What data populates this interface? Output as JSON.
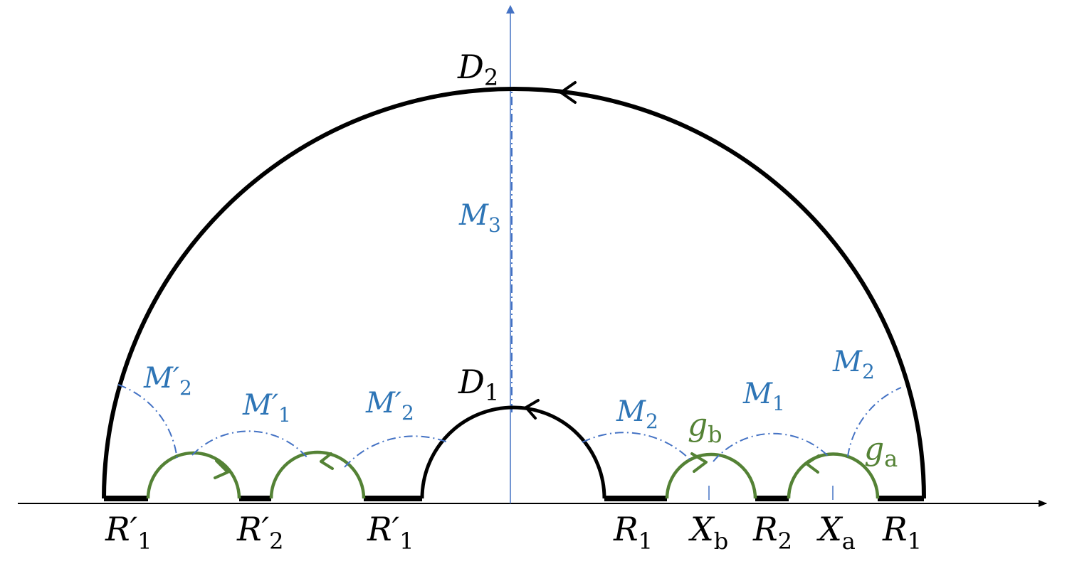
{
  "colors": {
    "boundary": "#000000",
    "axis": "#000000",
    "vertical_axis": "#4472C4",
    "mirror_lines": "#4472C4",
    "geodesic": "#548235",
    "label_blue": "#2E75B6",
    "label_green": "#548235"
  },
  "labels": {
    "D2": {
      "main": "D",
      "sub": "2"
    },
    "D1": {
      "main": "D",
      "sub": "1"
    },
    "M3": {
      "main": "M",
      "sub": "3"
    },
    "M2_right_outer": {
      "main": "M",
      "sub": "2"
    },
    "M1_right": {
      "main": "M",
      "sub": "1"
    },
    "M2_right_inner": {
      "main": "M",
      "sub": "2"
    },
    "Mp2_left_outer": {
      "main": "M′",
      "sub": "2"
    },
    "Mp1_left": {
      "main": "M′",
      "sub": "1"
    },
    "Mp2_left_inner": {
      "main": "M′",
      "sub": "2"
    },
    "gb": {
      "main": "g",
      "sub": "b"
    },
    "ga": {
      "main": "g",
      "sub": "a"
    },
    "R1_a": {
      "main": "R",
      "sub": "1"
    },
    "Xb": {
      "main": "X",
      "sub": "b"
    },
    "R2": {
      "main": "R",
      "sub": "2"
    },
    "Xa": {
      "main": "X",
      "sub": "a"
    },
    "R1_b": {
      "main": "R",
      "sub": "1"
    },
    "Rp1_a": {
      "main": "R′",
      "sub": "1"
    },
    "Rp2": {
      "main": "R′",
      "sub": "2"
    },
    "Rp1_b": {
      "main": "R′",
      "sub": "1"
    }
  }
}
